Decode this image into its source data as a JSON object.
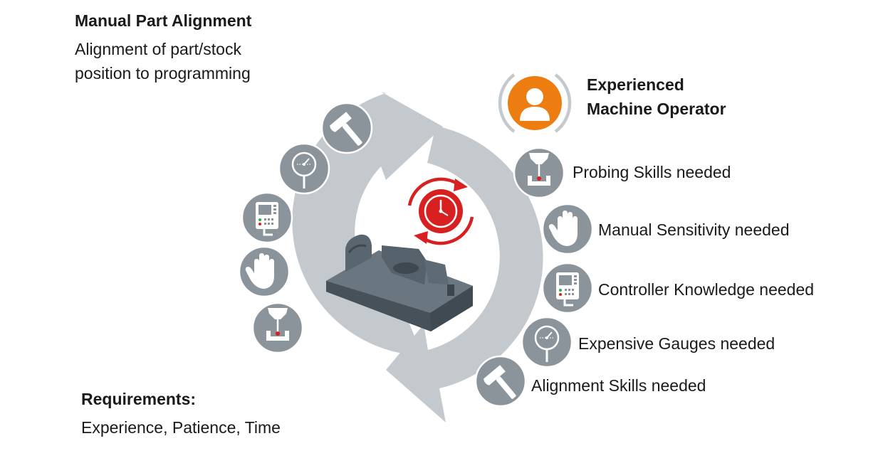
{
  "intro": {
    "title": "Manual Part Alignment",
    "desc_line1": "Alignment of part/stock",
    "desc_line2": "position to programming"
  },
  "requirements": {
    "title": "Requirements:",
    "text": "Experience, Patience, Time"
  },
  "operator": {
    "line1": "Experienced",
    "line2": "Machine Operator"
  },
  "needs": [
    {
      "label": "Probing Skills needed",
      "icon": "probe-icon"
    },
    {
      "label": "Manual Sensitivity needed",
      "icon": "hand-icon"
    },
    {
      "label": "Controller Knowledge needed",
      "icon": "controller-icon"
    },
    {
      "label": "Expensive Gauges needed",
      "icon": "gauge-icon"
    },
    {
      "label": "Alignment Skills needed",
      "icon": "hammer-icon"
    }
  ],
  "left_icons": [
    "hammer-icon",
    "gauge-icon",
    "controller-icon",
    "hand-icon",
    "probe-icon"
  ],
  "colors": {
    "cycle_arrow": "#c4c9ce",
    "icon_circle": "#8c949b",
    "operator": "#ee7d11",
    "clock": "#d7201f",
    "part": "#4e5a63"
  }
}
